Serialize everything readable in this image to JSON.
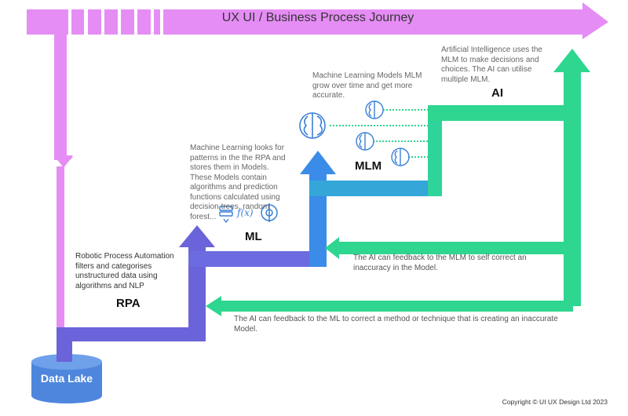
{
  "banner": {
    "title": "UX UI / Business Process Journey",
    "color": "#e58df5"
  },
  "stages": {
    "rpa": {
      "label": "RPA",
      "description": "Robotic Process Automation filters and categorises unstructured data using algorithms and NLP",
      "color": "#6b63d9"
    },
    "ml": {
      "label": "ML",
      "description": "Machine Learning looks for patterns in the the RPA and stores them in Models. These Models contain algorithms and prediction functions calculated using decision trees, random forest...",
      "color": "#3a8ce8"
    },
    "mlm": {
      "label": "MLM",
      "description": "Machine Learning Models MLM grow over time and get more accurate.",
      "color": "#2fd49a"
    },
    "ai": {
      "label": "AI",
      "description": "Artificial Intelligence uses the MLM to make decisions and choices. The AI can utilise multiple MLM.",
      "color": "#2ed68f"
    }
  },
  "feedback": {
    "to_mlm": "The AI can feedback to the MLM to self correct an inaccuracy in the Model.",
    "to_ml": "The AI can feedback to the ML to correct a method or technique that is creating an inaccurate Model."
  },
  "data_lake": {
    "label": "Data Lake",
    "color": "#4f86dd"
  },
  "icons": [
    "brain-gear-icon",
    "function-icon",
    "database-stack-icon"
  ],
  "copyright": "Copyright © UI UX Design Ltd 2023"
}
